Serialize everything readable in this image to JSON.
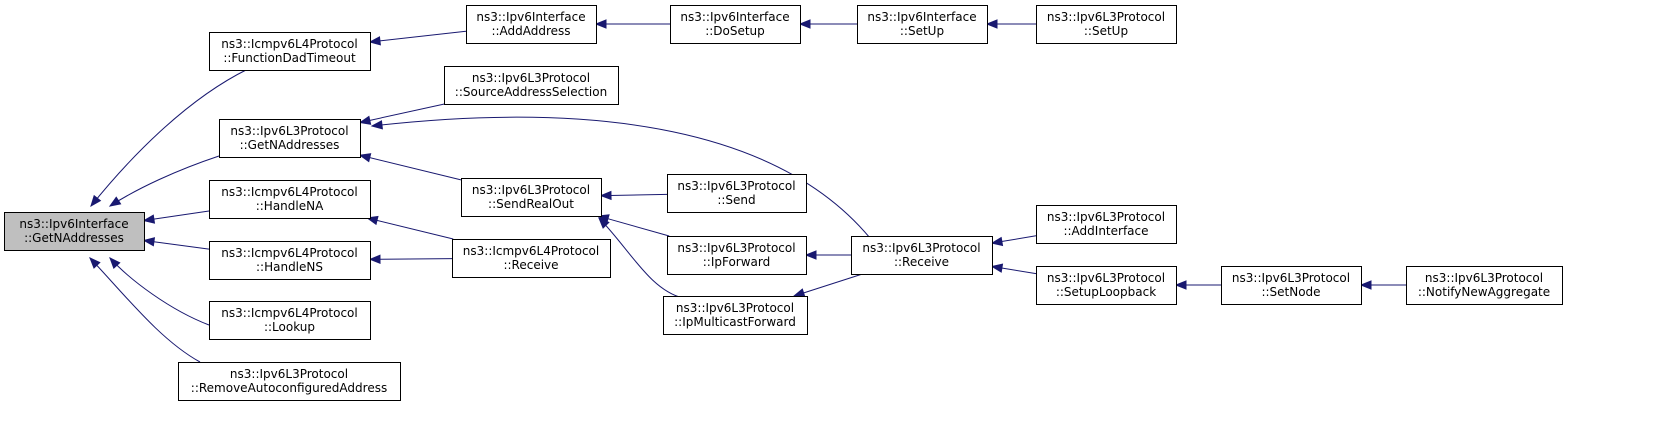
{
  "colors": {
    "edge": "#191970",
    "root_fill": "#bfbfbf",
    "node_fill": "#ffffff",
    "border": "#000000"
  },
  "nodes": {
    "getnaddresses_if": [
      "ns3::Ipv6Interface",
      "::GetNAddresses"
    ],
    "function_dad_timeout": [
      "ns3::Icmpv6L4Protocol",
      "::FunctionDadTimeout"
    ],
    "getnaddresses_l3": [
      "ns3::Ipv6L3Protocol",
      "::GetNAddresses"
    ],
    "handle_na": [
      "ns3::Icmpv6L4Protocol",
      "::HandleNA"
    ],
    "handle_ns": [
      "ns3::Icmpv6L4Protocol",
      "::HandleNS"
    ],
    "lookup": [
      "ns3::Icmpv6L4Protocol",
      "::Lookup"
    ],
    "remove_autoconf": [
      "ns3::Ipv6L3Protocol",
      "::RemoveAutoconfiguredAddress"
    ],
    "add_address": [
      "ns3::Ipv6Interface",
      "::AddAddress"
    ],
    "source_address_selection": [
      "ns3::Ipv6L3Protocol",
      "::SourceAddressSelection"
    ],
    "send_real_out": [
      "ns3::Ipv6L3Protocol",
      "::SendRealOut"
    ],
    "icmp_receive": [
      "ns3::Icmpv6L4Protocol",
      "::Receive"
    ],
    "do_setup": [
      "ns3::Ipv6Interface",
      "::DoSetup"
    ],
    "send": [
      "ns3::Ipv6L3Protocol",
      "::Send"
    ],
    "ip_forward": [
      "ns3::Ipv6L3Protocol",
      "::IpForward"
    ],
    "ip_multicast_forward": [
      "ns3::Ipv6L3Protocol",
      "::IpMulticastForward"
    ],
    "if_setup": [
      "ns3::Ipv6Interface",
      "::SetUp"
    ],
    "l3_receive": [
      "ns3::Ipv6L3Protocol",
      "::Receive"
    ],
    "l3_setup": [
      "ns3::Ipv6L3Protocol",
      "::SetUp"
    ],
    "add_interface": [
      "ns3::Ipv6L3Protocol",
      "::AddInterface"
    ],
    "setup_loopback": [
      "ns3::Ipv6L3Protocol",
      "::SetupLoopback"
    ],
    "set_node": [
      "ns3::Ipv6L3Protocol",
      "::SetNode"
    ],
    "notify_new_aggregate": [
      "ns3::Ipv6L3Protocol",
      "::NotifyNewAggregate"
    ]
  },
  "edges": [
    [
      "getnaddresses_if",
      "function_dad_timeout"
    ],
    [
      "getnaddresses_if",
      "getnaddresses_l3"
    ],
    [
      "getnaddresses_if",
      "handle_na"
    ],
    [
      "getnaddresses_if",
      "handle_ns"
    ],
    [
      "getnaddresses_if",
      "lookup"
    ],
    [
      "getnaddresses_if",
      "remove_autoconf"
    ],
    [
      "function_dad_timeout",
      "add_address"
    ],
    [
      "add_address",
      "do_setup"
    ],
    [
      "do_setup",
      "if_setup"
    ],
    [
      "if_setup",
      "l3_setup"
    ],
    [
      "getnaddresses_l3",
      "source_address_selection"
    ],
    [
      "getnaddresses_l3",
      "l3_receive"
    ],
    [
      "getnaddresses_l3",
      "send_real_out"
    ],
    [
      "send_real_out",
      "send"
    ],
    [
      "send_real_out",
      "ip_forward"
    ],
    [
      "send_real_out",
      "ip_multicast_forward"
    ],
    [
      "handle_na",
      "icmp_receive"
    ],
    [
      "handle_ns",
      "icmp_receive"
    ],
    [
      "ip_forward",
      "l3_receive"
    ],
    [
      "ip_multicast_forward",
      "l3_receive"
    ],
    [
      "l3_receive",
      "add_interface"
    ],
    [
      "l3_receive",
      "setup_loopback"
    ],
    [
      "setup_loopback",
      "set_node"
    ],
    [
      "set_node",
      "notify_new_aggregate"
    ]
  ]
}
